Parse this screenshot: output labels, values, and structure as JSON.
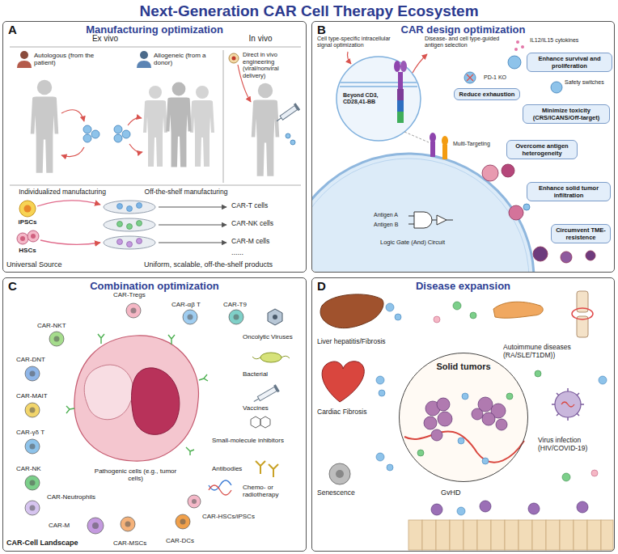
{
  "diagram": {
    "title": "Next-Generation CAR Cell Therapy Ecosystem",
    "nodes": [
      {
        "text": [
          "A",
          "Manufacturing optimization"
        ]
      },
      {
        "text": [
          "B",
          "CAR design optimization"
        ]
      },
      {
        "text": [
          "Enhance survival and proliferation"
        ],
        "in": 1
      },
      {
        "text": [
          "Reduce exhaustion"
        ],
        "in": 1
      },
      {
        "text": [
          "Minimize toxicity (CRS/ICANS/Off-target)"
        ],
        "in": 1
      },
      {
        "text": [
          "Overcome antigen heterogeneity"
        ],
        "in": 1
      },
      {
        "text": [
          "Enhance solid tumor infiltration"
        ],
        "in": 1
      },
      {
        "text": [
          "Circumvent TME-resistence"
        ],
        "in": 1
      },
      {
        "text": [
          "C",
          "Combination optimization"
        ]
      },
      {
        "text": [
          "D",
          "Disease expansion"
        ]
      },
      {
        "text": [
          "Solid tumors"
        ],
        "in": 9
      }
    ],
    "labels": [
      "Ex vivo",
      "In vivo",
      "Autologous (from the patient)",
      "Allogeneic (from a donor)",
      "Direct in vivo engineering (viral/nonviral delivery)",
      "Individualized manufacturing",
      "Off-the-shelf manufacturing",
      "iPSCs",
      "HSCs",
      "CAR-T cells",
      "CAR-NK cells",
      "CAR-M cells",
      "......",
      "Universal Source",
      "Uniform, scalable, off-the-shelf products",
      "Cell type-specific intracellular signal optimization",
      "Disease- and cell type-guided antigen selection",
      "Beyond CD3, CD28,41-BB",
      "IL12/IL15 cytokines",
      "PD-1 KO",
      "Safety switches",
      "Multi-Targeting",
      "Antigen A",
      "Antigen B",
      "Logic Gate (And) Circuit",
      "CAR-Tregs",
      "CAR-αβ T",
      "CAR-T9",
      "CAR-NKT",
      "CAR-DNT",
      "CAR-MAIT",
      "CAR-γδ T",
      "CAR-NK",
      "CAR-Neutrophils",
      "CAR-M",
      "CAR-MSCs",
      "CAR-DCs",
      "CAR-HSCs/iPSCs",
      "Pathogenic cells (e.g., tumor cells)",
      "Oncolytic Viruses",
      "Bacterial",
      "Vaccines",
      "Small-molecule inhibitors",
      "Antibodies",
      "Chemo- or radiotherapy",
      "CAR-Cell Landscape",
      "Liver hepatitis/Fibrosis",
      "Autoimmune diseases (RA/SLE/T1DM))",
      "Cardiac Fibrosis",
      "Virus infection (HIV/COVID-19)",
      "Senescence",
      "GvHD"
    ]
  }
}
